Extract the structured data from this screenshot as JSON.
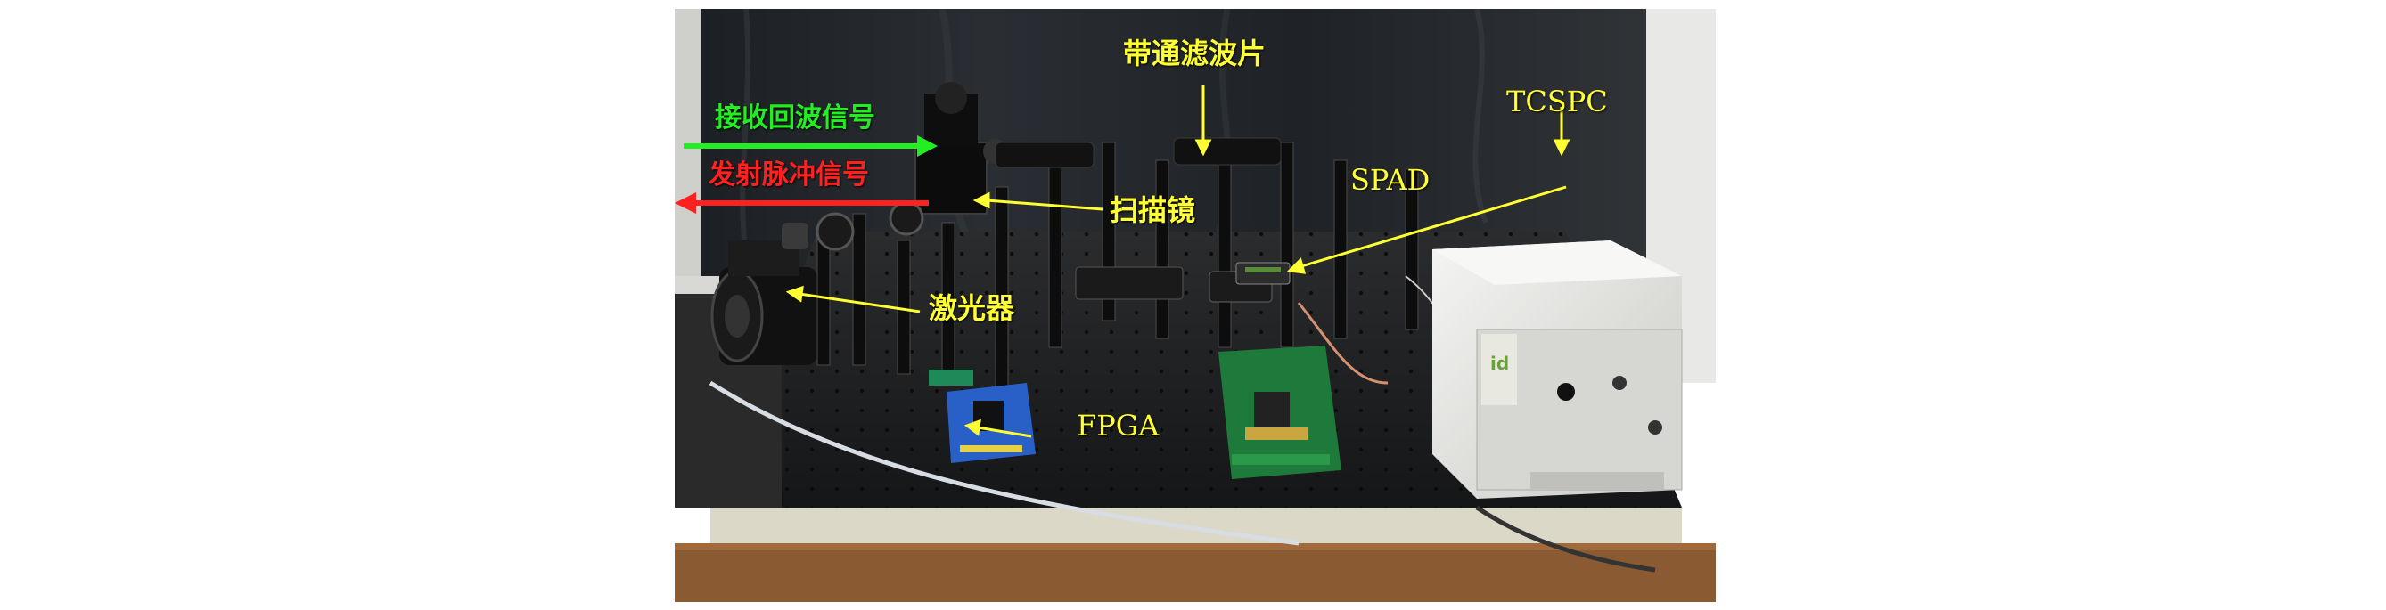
{
  "labels": {
    "receive_echo": "接收回波信号",
    "transmit_pulse": "发射脉冲信号",
    "bandpass_filter": "带通滤波片",
    "scan_mirror": "扫描镜",
    "laser": "激光器",
    "spad": "SPAD",
    "tcspc": "TCSPC",
    "fpga": "FPGA"
  },
  "colors": {
    "label_yellow": "#ffff33",
    "receive_arrow": "#22ee22",
    "transmit_arrow": "#ff2020"
  }
}
